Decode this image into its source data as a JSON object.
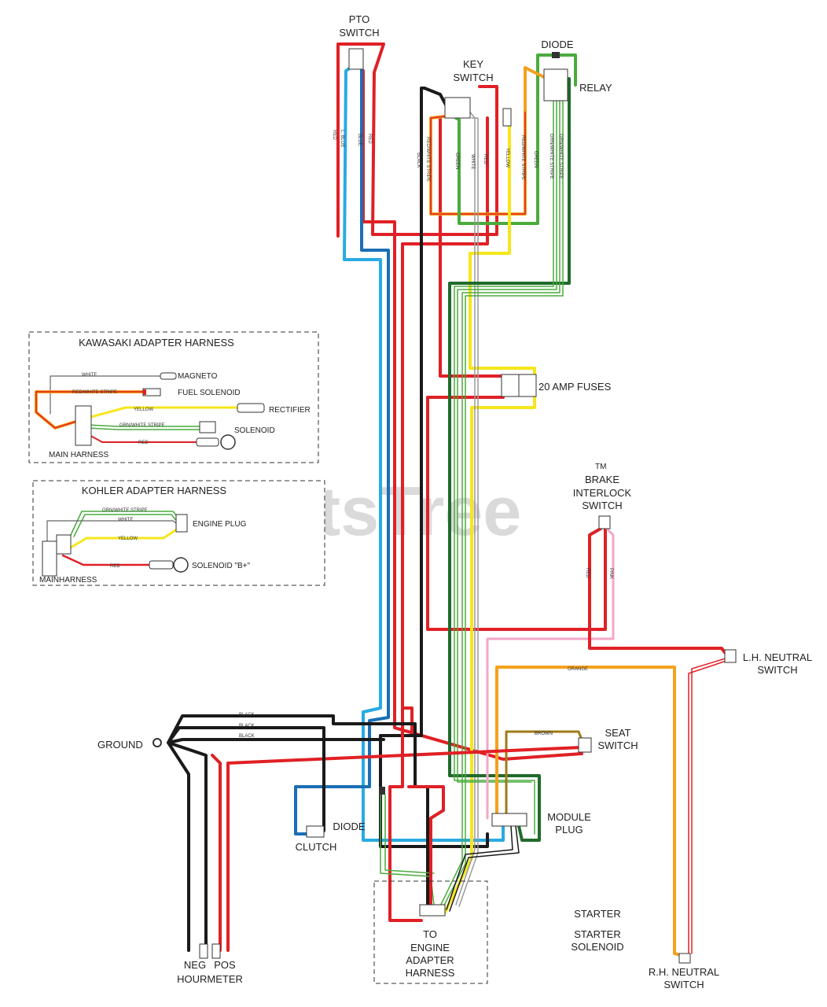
{
  "watermark": "PartsTree",
  "watermark_tm": "TM",
  "labels": {
    "pto_switch_1": "PTO",
    "pto_switch_2": "SWITCH",
    "key_switch_1": "KEY",
    "key_switch_2": "SWITCH",
    "diode_top": "DIODE",
    "relay": "RELAY",
    "fuses": "20 AMP FUSES",
    "brake_1": "BRAKE",
    "brake_2": "INTERLOCK",
    "brake_3": "SWITCH",
    "lh_neutral_1": "L.H. NEUTRAL",
    "lh_neutral_2": "SWITCH",
    "seat_1": "SEAT",
    "seat_2": "SWITCH",
    "ground": "GROUND",
    "diode_bottom": "DIODE",
    "clutch": "CLUTCH",
    "module_1": "MODULE",
    "module_2": "PLUG",
    "starter": "STARTER",
    "starter_sol_1": "STARTER",
    "starter_sol_2": "SOLENOID",
    "neg": "NEG",
    "pos": "POS",
    "hourmeter": "HOURMETER",
    "engine_1": "TO",
    "engine_2": "ENGINE",
    "engine_3": "ADAPTER",
    "engine_4": "HARNESS",
    "rh_neutral_1": "R.H. NEUTRAL",
    "rh_neutral_2": "SWITCH"
  },
  "kawasaki": {
    "title": "KAWASAKI ADAPTER HARNESS",
    "magneto": "MAGNETO",
    "fuel_solenoid": "FUEL SOLENOID",
    "rectifier": "RECTIFIER",
    "solenoid": "SOLENOID",
    "main_harness": "MAIN HARNESS",
    "wire_white": "WHITE",
    "wire_red_white": "RED/WHITE STRIPE",
    "wire_yellow": "YELLOW",
    "wire_green_white": "GRN/WHITE STRIPE",
    "wire_red": "RED"
  },
  "kohler": {
    "title": "KOHLER ADAPTER HARNESS",
    "engine_plug": "ENGINE PLUG",
    "solenoid_b": "SOLENOID \"B+\"",
    "main_harness": "MAINHARNESS",
    "wire_green_white": "GRN/WHITE STRIPE",
    "wire_white": "WHITE",
    "wire_yellow": "YELLOW",
    "wire_red": "RED"
  },
  "wire_tags": {
    "red_1": "RED",
    "blue_1": "L. BLUE",
    "blue_2": "BLUE",
    "red_2": "RED",
    "black_1": "BLACK",
    "redwhite_1": "RED/WHITE STRIPE",
    "green_1": "GREEN",
    "white_1": "WHITE",
    "red_3": "RED",
    "yellow_1": "YELLOW",
    "orange_1": "RED/WHITE STRIPE",
    "green_2": "GREEN",
    "gw_1": "GRN/WHITE STRIPE",
    "gw_2": "GRN/WHITE STRIPE",
    "orange_wire": "ORANGE",
    "brown_wire": "BROWN",
    "red_4": "RED",
    "pink_1": "PINK",
    "black_g1": "BLACK",
    "black_g2": "BLACK",
    "black_g3": "BLACK"
  },
  "colors": {
    "red": "#e02025",
    "black": "#1a1a1a",
    "light_blue": "#29aae1",
    "blue": "#1a6fb5",
    "green": "#4aab3d",
    "dark_green": "#1f6b2a",
    "yellow": "#f6e61b",
    "orange": "#f4a11d",
    "pink": "#f4a6c7",
    "brown": "#a07a17",
    "white_wire": "#9a9a9a"
  }
}
